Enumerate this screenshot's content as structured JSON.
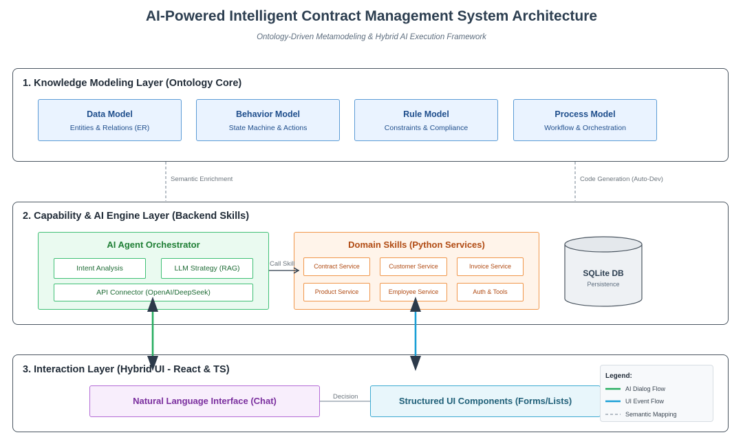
{
  "title": "AI-Powered Intelligent Contract Management System Architecture",
  "subtitle": "Ontology-Driven Metamodeling & Hybrid AI Execution Framework",
  "layer1": {
    "title": "1. Knowledge Modeling Layer (Ontology Core)",
    "models": [
      {
        "title": "Data Model",
        "subtitle": "Entities & Relations (ER)"
      },
      {
        "title": "Behavior Model",
        "subtitle": "State Machine & Actions"
      },
      {
        "title": "Rule Model",
        "subtitle": "Constraints & Compliance"
      },
      {
        "title": "Process Model",
        "subtitle": "Workflow & Orchestration"
      }
    ]
  },
  "connectors": {
    "semantic_enrichment": "Semantic Enrichment",
    "code_generation": "Code Generation (Auto-Dev)",
    "call_skill": "Call Skill",
    "decision": "Decision"
  },
  "layer2": {
    "title": "2. Capability & AI Engine Layer (Backend Skills)",
    "orchestrator": {
      "title": "AI Agent Orchestrator",
      "intent": "Intent Analysis",
      "llm": "LLM Strategy (RAG)",
      "api": "API Connector (OpenAI/DeepSeek)"
    },
    "skills": {
      "title": "Domain Skills (Python Services)",
      "items": [
        "Contract Service",
        "Customer Service",
        "Invoice Service",
        "Product Service",
        "Employee Service",
        "Auth & Tools"
      ]
    },
    "db": {
      "title": "SQLite DB",
      "subtitle": "Persistence"
    }
  },
  "layer3": {
    "title": "3. Interaction Layer (Hybrid UI - React & TS)",
    "nli": "Natural Language Interface (Chat)",
    "structured": "Structured UI Components (Forms/Lists)"
  },
  "legend": {
    "title": "Legend:",
    "items": [
      "AI Dialog Flow",
      "UI Event Flow",
      "Semantic Mapping"
    ]
  },
  "colors": {
    "ai_flow": "#27ae60",
    "ui_flow": "#1a9fd6",
    "semantic": "#8a96a3",
    "arrow_head": "#2c3a4a"
  }
}
